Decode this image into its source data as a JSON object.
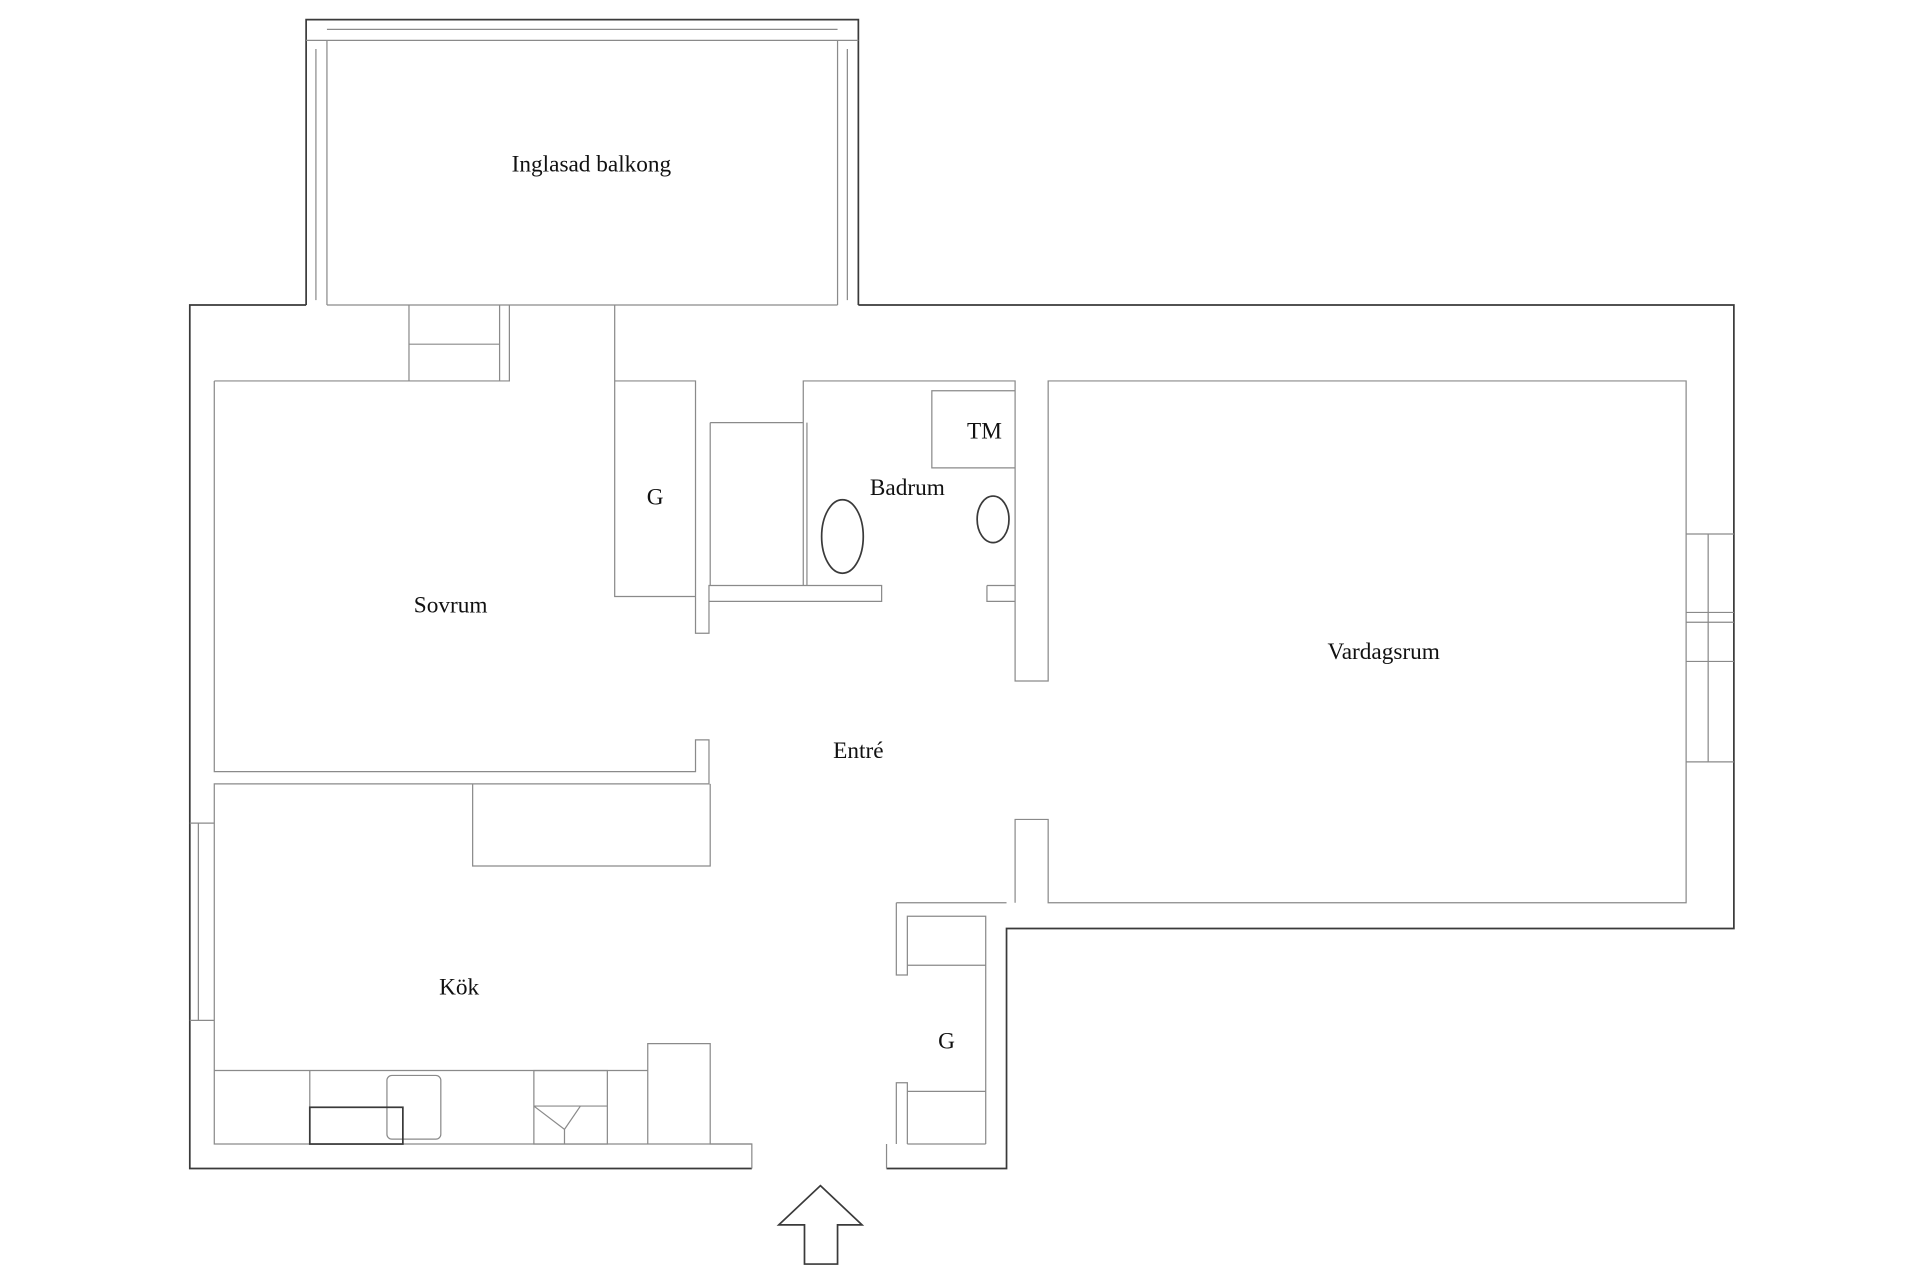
{
  "floorplan": {
    "rooms": {
      "balcony": "Inglasad balkong",
      "bedroom": "Sovrum",
      "closet_bedroom": "G",
      "bathroom": "Badrum",
      "washer": "TM",
      "living_room": "Vardagsrum",
      "hall": "Entré",
      "kitchen": "Kök",
      "closet_hall": "G"
    },
    "colors": {
      "wall": "#3a3a3a",
      "line": "#8a8a8a",
      "background": "#ffffff"
    }
  }
}
